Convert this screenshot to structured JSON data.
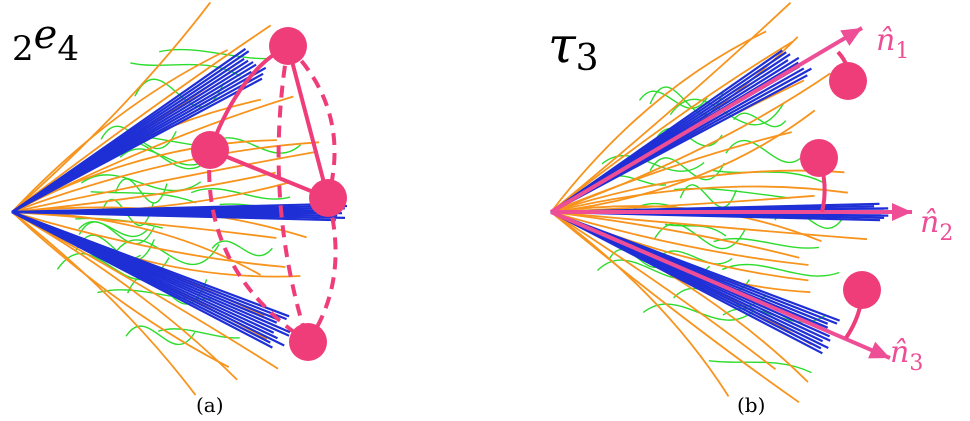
{
  "panel_a": {
    "label_pre": "2",
    "label_main": "e",
    "label_sub": "4",
    "caption": "(a)"
  },
  "panel_b": {
    "label_main": "τ",
    "label_sub": "3",
    "axes": [
      {
        "hat": "n̂",
        "sub": "1"
      },
      {
        "hat": "n̂",
        "sub": "2"
      },
      {
        "hat": "n̂",
        "sub": "3"
      }
    ],
    "caption": "(b)"
  },
  "colors": {
    "blue": "#1f2fd6",
    "orange": "#f7941d",
    "green": "#2ddc2d",
    "magenta": "#ef3d7a",
    "pink_axis": "#ee4e96",
    "black": "#000000"
  }
}
